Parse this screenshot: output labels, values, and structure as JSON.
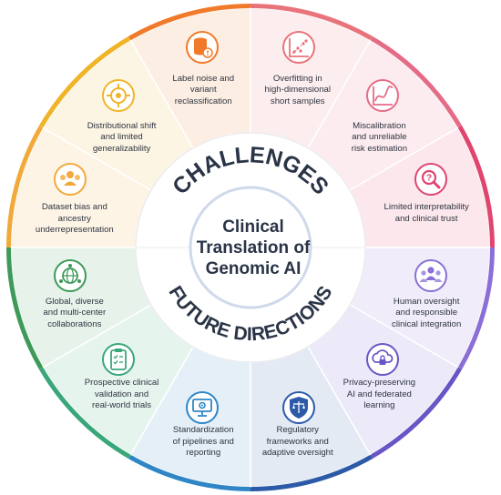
{
  "center": {
    "line1": "Clinical",
    "line2": "Translation of",
    "line3": "Genomic AI"
  },
  "challenges": {
    "heading": "CHALLENGES",
    "items": [
      {
        "icon": "people-group-icon",
        "color": "#f2a93b",
        "lines": [
          "Dataset bias and",
          "ancestry",
          "underrepresentation"
        ]
      },
      {
        "icon": "target-icon",
        "color": "#f0b429",
        "lines": [
          "Distributional shift",
          "and limited",
          "generalizability"
        ]
      },
      {
        "icon": "database-warning-icon",
        "color": "#f07a2a",
        "lines": [
          "Label noise and",
          "variant",
          "reclassification"
        ]
      },
      {
        "icon": "scatter-chart-icon",
        "color": "#e9737a",
        "lines": [
          "Overfitting in",
          "high-dimensional",
          "short samples"
        ]
      },
      {
        "icon": "line-chart-icon",
        "color": "#e56c86",
        "lines": [
          "Miscalibration",
          "and unreliable",
          "risk estimation"
        ]
      },
      {
        "icon": "magnifier-question-icon",
        "color": "#e0456e",
        "lines": [
          "Limited interpretability",
          "and clinical trust"
        ]
      }
    ]
  },
  "future": {
    "heading": "FUTURE DIRECTIONS",
    "items": [
      {
        "icon": "people-collaboration-icon",
        "color": "#8b6fd6",
        "lines": [
          "Human oversight",
          "and responsible",
          "clinical integration"
        ]
      },
      {
        "icon": "cloud-lock-icon",
        "color": "#6a55c7",
        "lines": [
          "Privacy-preserving",
          "AI and federated",
          "learning"
        ]
      },
      {
        "icon": "scales-shield-icon",
        "color": "#2d5aa8",
        "lines": [
          "Regulatory",
          "frameworks and",
          "adaptive oversight"
        ]
      },
      {
        "icon": "monitor-gear-icon",
        "color": "#2f86c6",
        "lines": [
          "Standardization",
          "of pipelines and",
          "reporting"
        ]
      },
      {
        "icon": "clipboard-check-icon",
        "color": "#3aa77a",
        "lines": [
          "Prospective clinical",
          "validation and",
          "real-world trials"
        ]
      },
      {
        "icon": "globe-network-icon",
        "color": "#3e9a5a",
        "lines": [
          "Global, diverse",
          "and multi-center",
          "collaborations"
        ]
      }
    ]
  }
}
